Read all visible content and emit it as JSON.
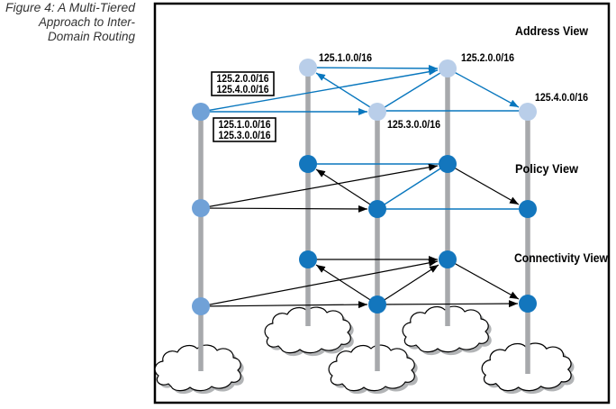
{
  "caption": {
    "lines": [
      "Figure 4: A Multi-Tiered",
      "Approach to Inter-",
      "Domain Routing"
    ]
  },
  "views": {
    "address": {
      "title": "Address View"
    },
    "policy": {
      "title": "Policy View"
    },
    "connectivity": {
      "title": "Connectivity View"
    }
  },
  "prefix_labels": {
    "node2": "125.1.0.0/16",
    "node4": "125.2.0.0/16",
    "node3": "125.3.0.0/16",
    "node5": "125.4.0.0/16"
  },
  "aggregation_boxes": {
    "upper": {
      "lines": [
        "125.2.0.0/16",
        "125.4.0.0/16"
      ]
    },
    "lower": {
      "lines": [
        "125.1.0.0/16",
        "125.3.0.0/16"
      ]
    }
  },
  "colors": {
    "light_node": "#b9cee9",
    "medium_node": "#70a1d7",
    "dark_node": "#1376bd",
    "blue_edge": "#0977be",
    "black_edge": "#000000",
    "pole": "#a7a9ac",
    "cloud_shadow": "#b2b4b6"
  },
  "topology": {
    "pole_count": 5,
    "address_view": {
      "edges": [
        {
          "from": 1,
          "to": 3,
          "arrow": true,
          "color": "blue"
        },
        {
          "from": 1,
          "to": 4,
          "arrow": true,
          "color": "blue"
        },
        {
          "from": 2,
          "to": 4,
          "arrow": true,
          "color": "blue"
        },
        {
          "from": 3,
          "to": 2,
          "arrow": true,
          "color": "blue"
        },
        {
          "from": 3,
          "to": 4,
          "arrow": false,
          "color": "blue"
        },
        {
          "from": 4,
          "to": 5,
          "arrow": true,
          "color": "blue"
        },
        {
          "from": 3,
          "to": 5,
          "arrow": false,
          "color": "blue"
        }
      ]
    },
    "policy_view": {
      "edges": [
        {
          "from": 1,
          "to": 3,
          "arrow": true,
          "color": "black"
        },
        {
          "from": 1,
          "to": 4,
          "arrow": true,
          "color": "black"
        },
        {
          "from": 3,
          "to": 2,
          "arrow": true,
          "color": "black"
        },
        {
          "from": 4,
          "to": 5,
          "arrow": true,
          "color": "black"
        },
        {
          "from": 2,
          "to": 4,
          "arrow": false,
          "color": "blue"
        },
        {
          "from": 3,
          "to": 4,
          "arrow": false,
          "color": "blue"
        },
        {
          "from": 3,
          "to": 5,
          "arrow": false,
          "color": "blue"
        }
      ]
    },
    "connectivity_view": {
      "edges": [
        {
          "from": 1,
          "to": 3,
          "arrow": true,
          "color": "black"
        },
        {
          "from": 1,
          "to": 4,
          "arrow": true,
          "color": "black"
        },
        {
          "from": 3,
          "to": 2,
          "arrow": true,
          "color": "black"
        },
        {
          "from": 2,
          "to": 4,
          "arrow": true,
          "color": "black"
        },
        {
          "from": 3,
          "to": 4,
          "arrow": true,
          "color": "black"
        },
        {
          "from": 3,
          "to": 5,
          "arrow": true,
          "color": "black"
        },
        {
          "from": 4,
          "to": 5,
          "arrow": true,
          "color": "black"
        }
      ]
    }
  }
}
